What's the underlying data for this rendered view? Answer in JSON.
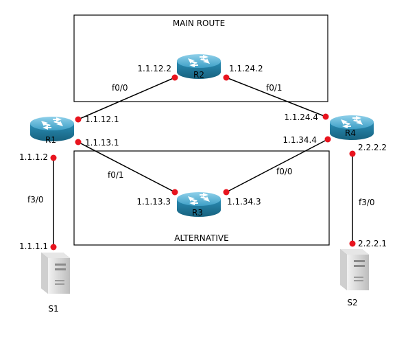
{
  "zones": {
    "main": "MAIN ROUTE",
    "alt": "ALTERNATIVE"
  },
  "routers": {
    "r1": "R1",
    "r2": "R2",
    "r3": "R3",
    "r4": "R4"
  },
  "servers": {
    "s1": "S1",
    "s2": "S2"
  },
  "addresses": {
    "r2_left": "1.1.12.2",
    "r2_right": "1.1.24.2",
    "r1_top": "1.1.12.1",
    "r1_bottom": "1.1.13.1",
    "r1_down": "1.1.1.2",
    "r4_top": "1.1.24.4",
    "r4_bottom": "1.1.34.4",
    "r4_down": "2.2.2.2",
    "r3_left": "1.1.13.3",
    "r3_right": "1.1.34.3",
    "s1": "1.1.1.1",
    "s2": "2.2.2.1"
  },
  "interfaces": {
    "r1_r2": "f0/0",
    "r2_r4": "f0/1",
    "r1_r3": "f0/1",
    "r3_r4": "f0/0",
    "r1_s1": "f3/0",
    "r4_s2": "f3/0"
  },
  "colors": {
    "link_dot": "#e8141e",
    "router_body": "#2a8cb4",
    "router_top": "#5fb8d8",
    "server": "#d8d8d8"
  }
}
